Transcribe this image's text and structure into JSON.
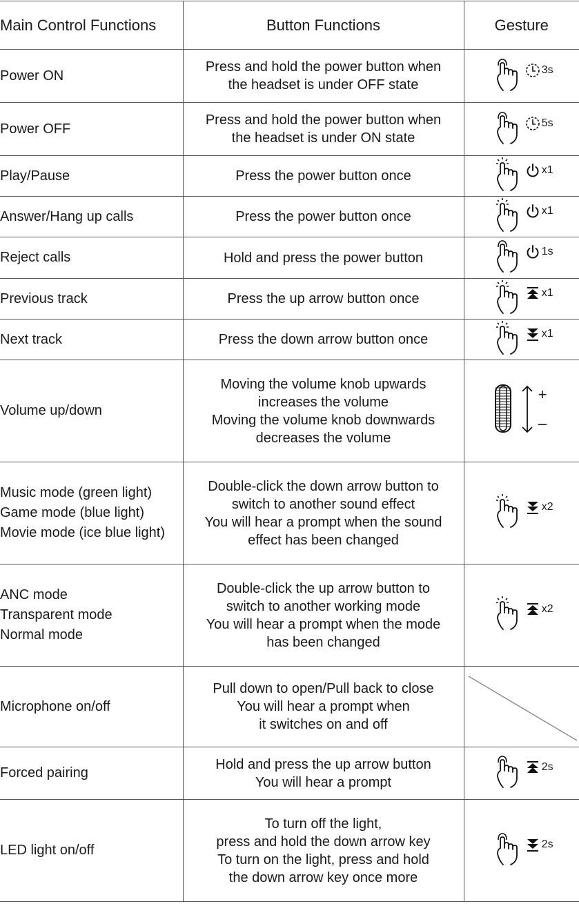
{
  "headers": {
    "main": "Main Control Functions",
    "button": "Button Functions",
    "gesture": "Gesture"
  },
  "rows": [
    {
      "func": [
        "Power ON"
      ],
      "desc": [
        "Press and hold the power button when",
        "the headset is under OFF state"
      ],
      "gesture": {
        "hand": "hold-hand-icon",
        "symbol": "clock-icon",
        "count": "3s"
      }
    },
    {
      "func": [
        "Power OFF"
      ],
      "desc": [
        "Press and hold the power button when",
        "the headset is under ON state"
      ],
      "gesture": {
        "hand": "hold-hand-icon",
        "symbol": "clock-icon",
        "count": "5s"
      }
    },
    {
      "func": [
        "Play/Pause"
      ],
      "desc": [
        "Press the power button once"
      ],
      "gesture": {
        "hand": "tap-hand-icon",
        "symbol": "power-icon",
        "count": "x1"
      }
    },
    {
      "func": [
        "Answer/Hang up calls"
      ],
      "desc": [
        "Press the power button once"
      ],
      "gesture": {
        "hand": "tap-hand-icon",
        "symbol": "power-icon",
        "count": "x1"
      }
    },
    {
      "func": [
        "Reject calls"
      ],
      "desc": [
        "Hold and press the power button"
      ],
      "gesture": {
        "hand": "hold-hand-icon",
        "symbol": "power-icon",
        "count": "1s"
      }
    },
    {
      "func": [
        "Previous track"
      ],
      "desc": [
        "Press the up arrow button once"
      ],
      "gesture": {
        "hand": "tap-hand-icon",
        "symbol": "up-arrow-icon",
        "count": "x1"
      }
    },
    {
      "func": [
        "Next track"
      ],
      "desc": [
        "Press the down arrow button once"
      ],
      "gesture": {
        "hand": "tap-hand-icon",
        "symbol": "down-arrow-icon",
        "count": "x1"
      }
    },
    {
      "func": [
        "Volume up/down"
      ],
      "desc": [
        "Moving the volume knob upwards",
        "increases the volume",
        "Moving the volume knob downwards",
        "decreases the volume"
      ],
      "gesture": {
        "hand": "volume-knob-icon",
        "plus": "+",
        "minus": "–"
      }
    },
    {
      "func": [
        "Music mode (green light)",
        "Game mode (blue light)",
        "Movie mode (ice blue light)"
      ],
      "desc": [
        "Double-click the down arrow button to",
        "switch to another sound effect",
        "You will hear a prompt when the sound",
        "effect has been changed"
      ],
      "gesture": {
        "hand": "tap-hand-icon",
        "symbol": "down-arrow-icon",
        "count": "x2"
      }
    },
    {
      "func": [
        "ANC mode",
        "Transparent mode",
        "Normal mode"
      ],
      "desc": [
        "Double-click the up arrow button to",
        "switch to another working mode",
        "You will hear a prompt when the mode",
        "has been changed"
      ],
      "gesture": {
        "hand": "tap-hand-icon",
        "symbol": "up-arrow-icon",
        "count": "x2"
      }
    },
    {
      "func": [
        "Microphone on/off"
      ],
      "desc": [
        "Pull down to open/Pull back to close",
        "You will hear a prompt when",
        "it switches on and off"
      ],
      "gesture": {
        "hand": "none"
      }
    },
    {
      "func": [
        "Forced pairing"
      ],
      "desc": [
        "Hold and press the up arrow button",
        "You will hear a prompt"
      ],
      "gesture": {
        "hand": "hold-hand-icon",
        "symbol": "up-arrow-icon",
        "count": "2s"
      }
    },
    {
      "func": [
        "LED light on/off"
      ],
      "desc": [
        "To turn off the light,",
        "press and hold the down arrow key",
        "To turn on the light, press and hold",
        "the down arrow key once more"
      ],
      "gesture": {
        "hand": "hold-hand-icon",
        "symbol": "down-arrow-icon",
        "count": "2s"
      }
    }
  ]
}
